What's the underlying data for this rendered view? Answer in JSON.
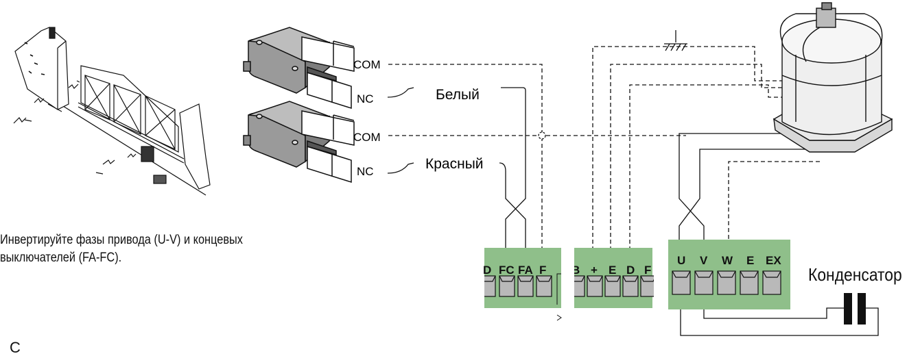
{
  "switches": [
    {
      "com_label": "COM",
      "nc_label": "NC",
      "wire_label": "Белый"
    },
    {
      "com_label": "COM",
      "nc_label": "NC",
      "wire_label": "Красный"
    }
  ],
  "terminal_blocks": {
    "limit_switch_block": [
      "D",
      "FC",
      "FA",
      "F"
    ],
    "encoder_block": [
      "B",
      "+",
      "E",
      "D",
      "F"
    ],
    "motor_block": [
      "U",
      "V",
      "W",
      "E",
      "EX"
    ]
  },
  "capacitor_label": "Конденсатор",
  "note": {
    "line1": "Инвертируйте фазы привода (U-V) и концевых",
    "line2": "выключателей (FA-FC)."
  },
  "bottom_glyph": "С",
  "colors": {
    "terminal_green": "#8fbf8a",
    "terminal_slot": "#b9b9b9",
    "housing_gray": "#9a9a9a",
    "line": "#111111"
  }
}
